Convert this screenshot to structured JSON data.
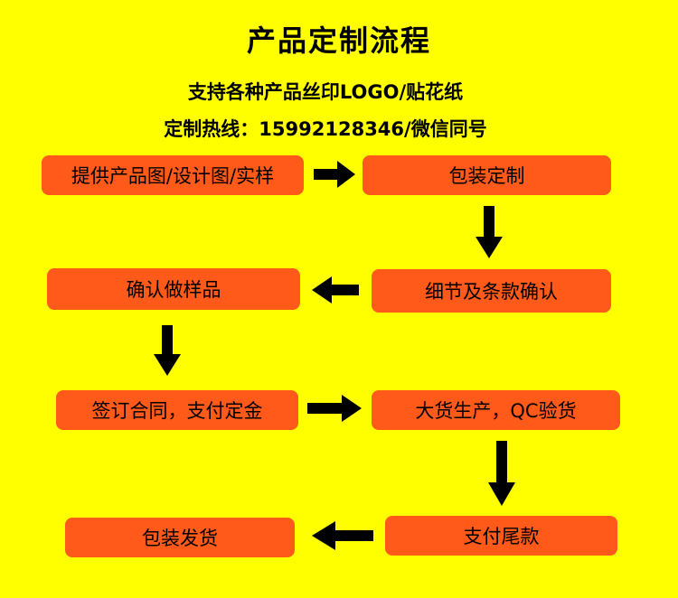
{
  "title": "产品定制流程",
  "subtitle_line1": "支持各种产品丝印LOGO/贴花纸",
  "subtitle_line2": "定制热线：15992128346/微信同号",
  "steps": [
    {
      "label": "提供产品图/设计图/实样"
    },
    {
      "label": "包装定制"
    },
    {
      "label": "细节及条款确认"
    },
    {
      "label": "确认做样品"
    },
    {
      "label": "签订合同，支付定金"
    },
    {
      "label": "大货生产，QC验货"
    },
    {
      "label": "支付尾款"
    },
    {
      "label": "包装发货"
    }
  ],
  "colors": {
    "background": "#FFFF00",
    "box": "#FF5A1A",
    "arrow": "#000000"
  }
}
